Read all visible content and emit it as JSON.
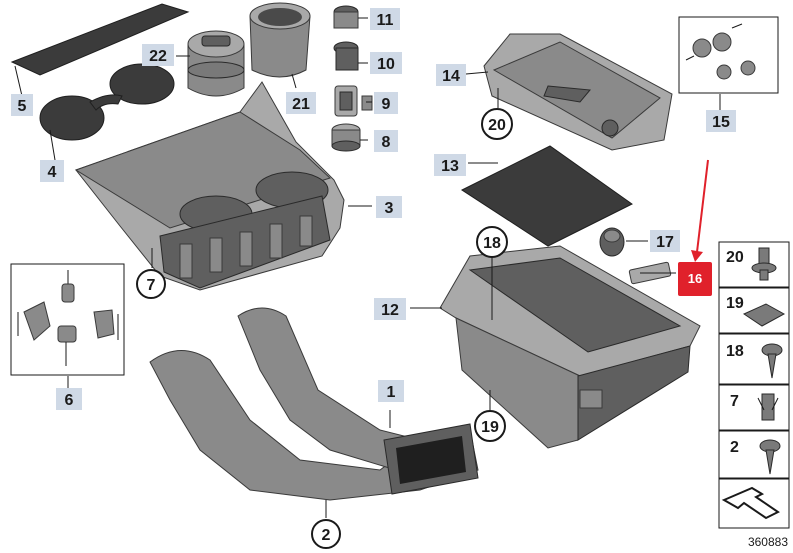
{
  "callouts": {
    "c1": "1",
    "c2": "2",
    "c3": "3",
    "c4": "4",
    "c5": "5",
    "c6": "6",
    "c7": "7",
    "c8": "8",
    "c9": "9",
    "c10": "10",
    "c11": "11",
    "c12": "12",
    "c13": "13",
    "c14": "14",
    "c15": "15",
    "c16": "16",
    "c17": "17",
    "c18": "18",
    "c19": "19",
    "c20": "20",
    "c21": "21",
    "c22": "22"
  },
  "legend": [
    "20",
    "19",
    "18",
    "7",
    "2"
  ],
  "diagram_id": "360883",
  "colors": {
    "highlight": "#e0212b",
    "label_bg": "#cfd9e6",
    "part": "#8a8a8a"
  }
}
